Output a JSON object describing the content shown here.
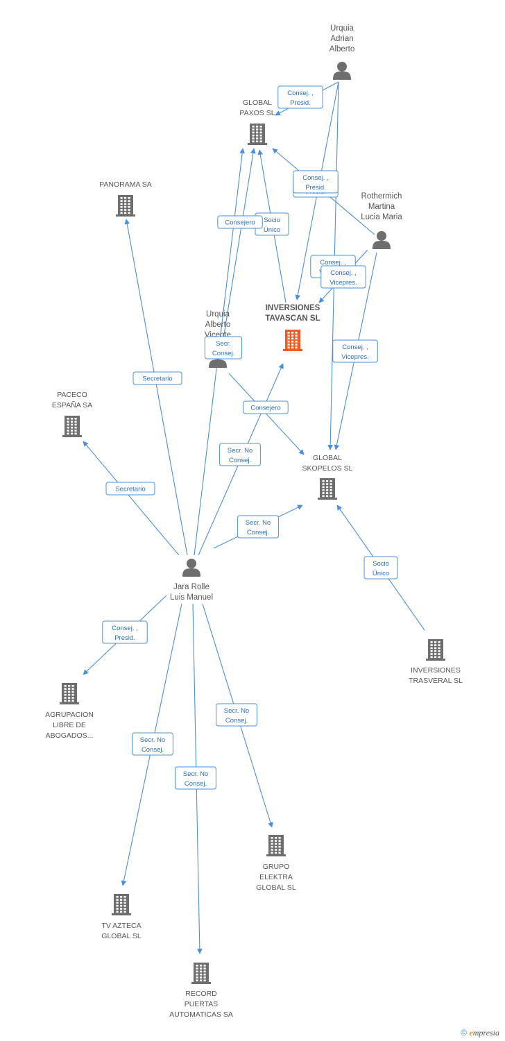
{
  "colors": {
    "edge": "#4a8fd9",
    "node": "#6e6e6e",
    "focus": "#f05a28"
  },
  "nodes": [
    {
      "id": "urquia_adrian",
      "kind": "person",
      "lines": [
        "Urquia",
        "Adrian",
        "Alberto"
      ]
    },
    {
      "id": "global_paxos",
      "kind": "company",
      "lines": [
        "GLOBAL",
        "PAXOS SL"
      ]
    },
    {
      "id": "panorama",
      "kind": "company",
      "lines": [
        "PANORAMA SA"
      ]
    },
    {
      "id": "rothermich",
      "kind": "person",
      "lines": [
        "Rothermich",
        "Martina",
        "Lucia Maria"
      ]
    },
    {
      "id": "inversiones_tavascan",
      "kind": "focus",
      "lines": [
        "INVERSIONES",
        "TAVASCAN SL"
      ]
    },
    {
      "id": "urquia_vicente",
      "kind": "person",
      "lines": [
        "Urquia",
        "Alberto",
        "Vicente"
      ]
    },
    {
      "id": "paceco",
      "kind": "company",
      "lines": [
        "PACECO",
        "ESPAÑA SA"
      ]
    },
    {
      "id": "global_skopelos",
      "kind": "company",
      "lines": [
        "GLOBAL",
        "SKOPELOS SL"
      ]
    },
    {
      "id": "jara_rolle",
      "kind": "person",
      "lines": [
        "Jara Rolle",
        "Luis Manuel"
      ]
    },
    {
      "id": "inversiones_trasveral",
      "kind": "company",
      "lines": [
        "INVERSIONES",
        "TRASVERAL SL"
      ]
    },
    {
      "id": "agrupacion",
      "kind": "company",
      "lines": [
        "AGRUPACION",
        "LIBRE DE",
        "ABOGADOS..."
      ]
    },
    {
      "id": "grupo_elektra",
      "kind": "company",
      "lines": [
        "GRUPO",
        "ELEKTRA",
        "GLOBAL SL"
      ]
    },
    {
      "id": "tv_azteca",
      "kind": "company",
      "lines": [
        "TV AZTECA",
        "GLOBAL SL"
      ]
    },
    {
      "id": "record_puertas",
      "kind": "company",
      "lines": [
        "RECORD",
        "PUERTAS",
        "AUTOMATICAS SA"
      ]
    }
  ],
  "edges": [
    {
      "from": "urquia_adrian",
      "to": "global_paxos",
      "label": [
        "Consej. ,",
        "Presid."
      ]
    },
    {
      "from": "urquia_adrian",
      "to": "inversiones_tavascan",
      "label": [
        "Consej. ,",
        "Presid."
      ]
    },
    {
      "from": "urquia_adrian",
      "to": "global_skopelos",
      "label": [
        "Consej. ,",
        "Vicepres."
      ]
    },
    {
      "from": "rothermich",
      "to": "global_paxos",
      "label": [
        "Consej. ,",
        "Presid."
      ]
    },
    {
      "from": "rothermich",
      "to": "inversiones_tavascan",
      "label": [
        "Consej. ,",
        "Vicepres."
      ]
    },
    {
      "from": "rothermich",
      "to": "global_skopelos",
      "label": [
        "Consej. ,",
        "Vicepres."
      ]
    },
    {
      "from": "inversiones_tavascan",
      "to": "global_paxos",
      "label": [
        "Socio",
        "Único"
      ]
    },
    {
      "from": "urquia_vicente",
      "to": "global_paxos",
      "label": [
        "Consejero"
      ]
    },
    {
      "from": "urquia_vicente",
      "to": "global_skopelos",
      "label": [
        "Consejero"
      ]
    },
    {
      "from": "jara_rolle",
      "to": "panorama",
      "label": [
        "Secretario"
      ]
    },
    {
      "from": "jara_rolle",
      "to": "paceco",
      "label": [
        "Secretario"
      ]
    },
    {
      "from": "jara_rolle",
      "to": "global_paxos",
      "label": [
        "Secr.",
        "Consej."
      ]
    },
    {
      "from": "jara_rolle",
      "to": "inversiones_tavascan",
      "label": [
        "Secr. No",
        "Consej."
      ]
    },
    {
      "from": "jara_rolle",
      "to": "global_skopelos",
      "label": [
        "Secr. No",
        "Consej."
      ]
    },
    {
      "from": "inversiones_trasveral",
      "to": "global_skopelos",
      "label": [
        "Socio",
        "Único"
      ]
    },
    {
      "from": "jara_rolle",
      "to": "agrupacion",
      "label": [
        "Consej. ,",
        "Presid."
      ]
    },
    {
      "from": "jara_rolle",
      "to": "tv_azteca",
      "label": [
        "Secr. No",
        "Consej."
      ]
    },
    {
      "from": "jara_rolle",
      "to": "record_puertas",
      "label": [
        "Secr. No",
        "Consej."
      ]
    },
    {
      "from": "jara_rolle",
      "to": "grupo_elektra",
      "label": [
        "Secr. No",
        "Consej."
      ]
    }
  ],
  "footer": {
    "copyright": "©",
    "brand_e": "e",
    "brand_rest": "mpresia"
  }
}
